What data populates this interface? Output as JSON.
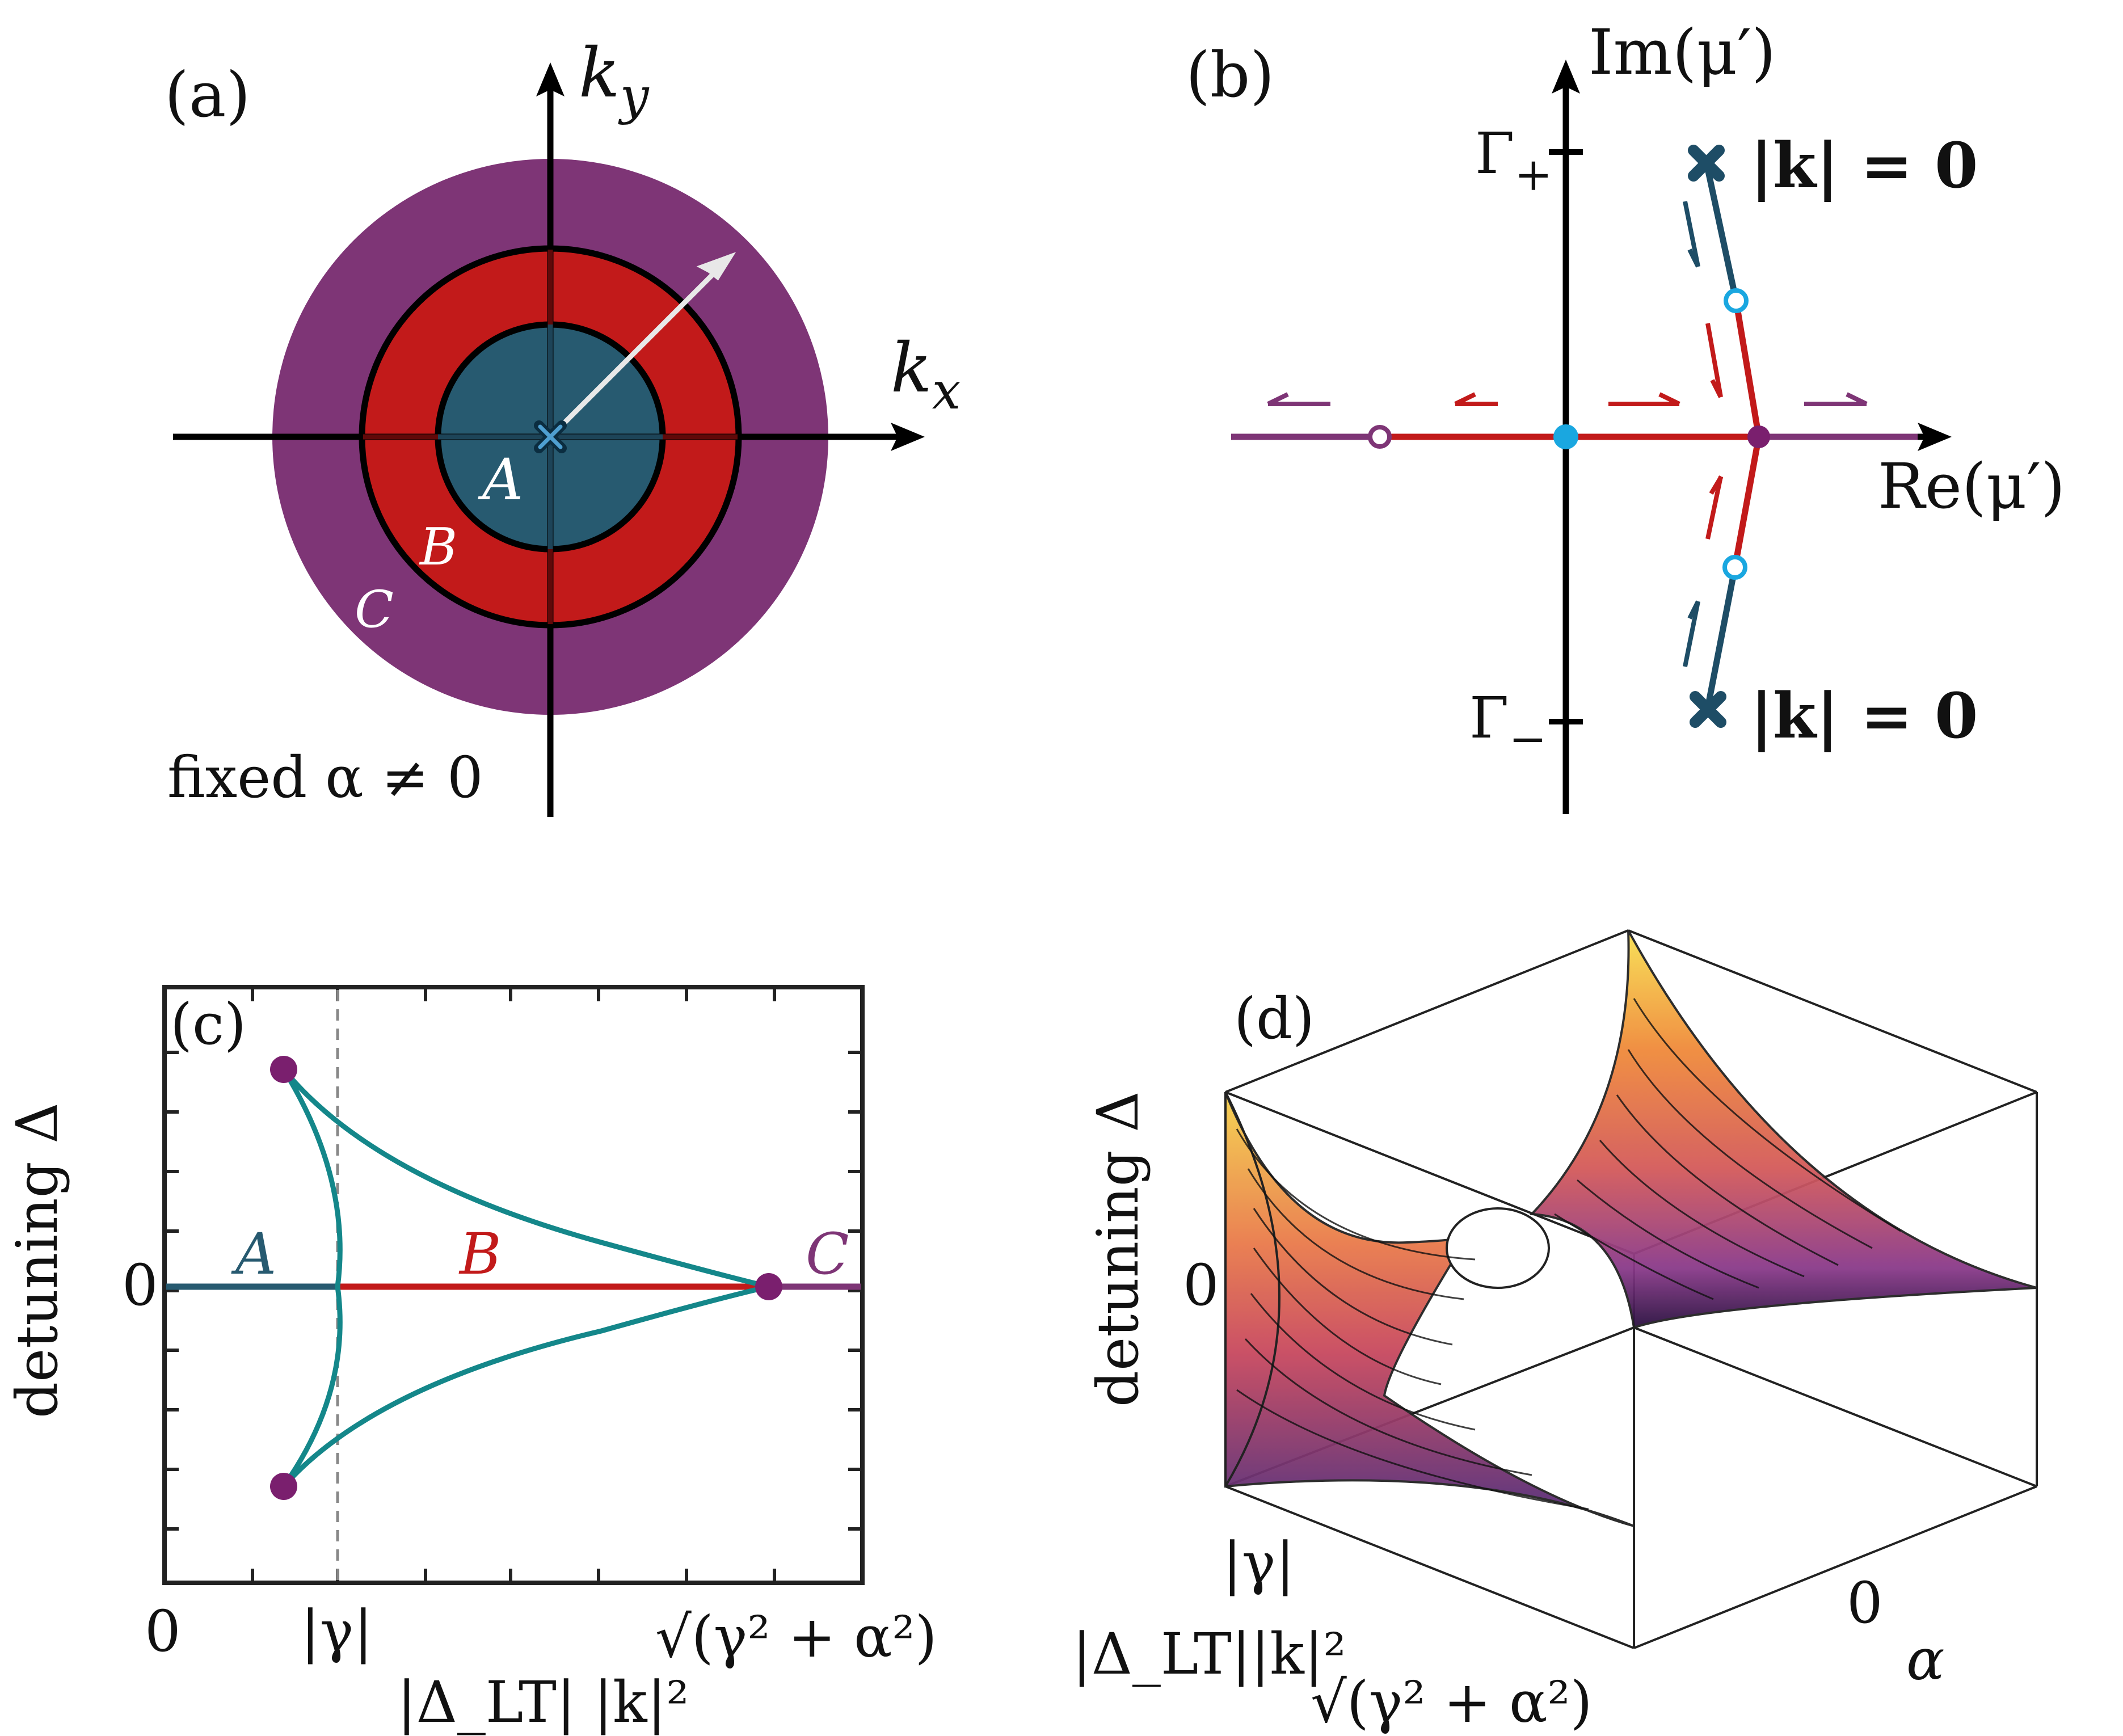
{
  "panels": {
    "a": {
      "label": "(a)",
      "axis_x": "k",
      "axis_x_sub": "x",
      "axis_y": "k",
      "axis_y_sub": "y",
      "region_labels": [
        "A",
        "B",
        "C"
      ],
      "caption": "fixed α ≠ 0",
      "colors": {
        "A": "#275a70",
        "B": "#c21a1a",
        "C": "#7e3576",
        "arrow": "#e8e8e8"
      }
    },
    "b": {
      "label": "(b)",
      "im_axis": "Im(μ′)",
      "re_axis": "Re(μ′)",
      "gamma_plus": "Γ",
      "gamma_plus_sub": "+",
      "gamma_minus": "Γ",
      "gamma_minus_sub": "−",
      "k_zero_top": "|k| = 0",
      "k_zero_bottom": "|k| = 0",
      "colors": {
        "blue": "#1e4d66",
        "red": "#c21a1a",
        "purple": "#7e3576",
        "cyan": "#1aa7e0"
      }
    },
    "c": {
      "label": "(c)",
      "ylabel": "detuning Δ",
      "ytick_zero": "0",
      "xtick_zero": "0",
      "xtick_gamma": "|γ|",
      "xtick_sqrt": "√(γ² + α²)",
      "xlabel": "|Δ_LT| |k|²",
      "region_labels": [
        "A",
        "B",
        "C"
      ],
      "colors": {
        "curve": "#14878a",
        "A": "#275a70",
        "B": "#c21a1a",
        "C": "#7e3576",
        "dot": "#7a1f6e"
      }
    },
    "d": {
      "label": "(d)",
      "ylabel": "detuning Δ",
      "ytick_zero": "0",
      "xtick_gamma": "|γ|",
      "xlabel": "|Δ_LT||k|²",
      "xtick_sqrt": "√(γ² + α²)",
      "alpha_tick": "0",
      "alpha_label": "α"
    }
  }
}
